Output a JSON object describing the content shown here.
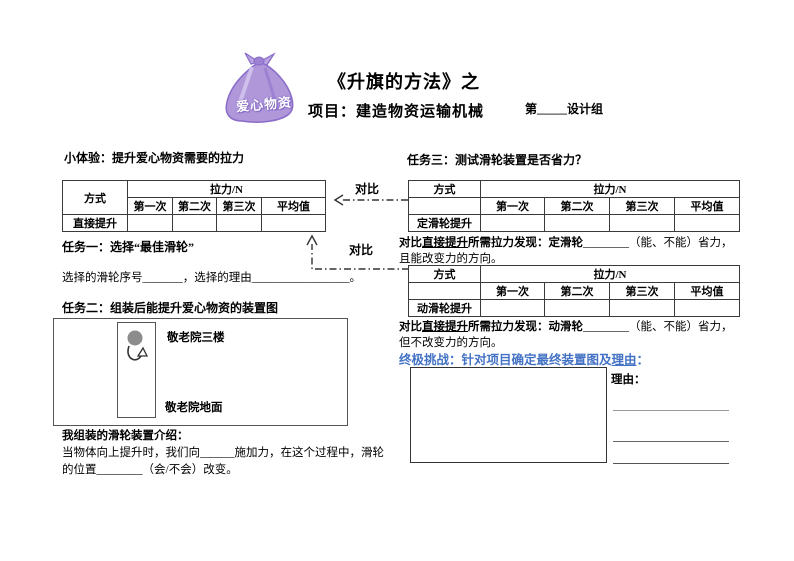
{
  "colors": {
    "accent_blue": "#4472c4",
    "bag_purple": "#af97da",
    "bag_purple_dark": "#8a6cc9"
  },
  "header": {
    "bag_label": "爱心物资",
    "title": "《升旗的方法》之",
    "subtitle": "项目：建造物资运输机械",
    "group_blank": "第_____设计组"
  },
  "table_common": {
    "mode_header": "方式",
    "force_header": "拉力/N",
    "trials": [
      "第一次",
      "第二次",
      "第三次",
      "平均值"
    ]
  },
  "experience": {
    "heading": "小体验：提升爱心物资需要的拉力",
    "row_label": "直接提升",
    "compare_label": "对比"
  },
  "task1": {
    "heading": "任务一：选择“最佳滑轮”",
    "fill_line": "选择的滑轮序号_______，选择的理由_________________。"
  },
  "task2": {
    "heading": "任务二：组装后能提升爱心物资的装置图",
    "floor_label": "敬老院三楼",
    "ground_label": "敬老院地面",
    "intro_heading": "我组装的滑轮装置介绍：",
    "intro_line1": "当物体向上提升时，我们向______施加力，在这个过程中，滑轮",
    "intro_line2": "的位置________（会/不会）改变。"
  },
  "task3": {
    "heading": "任务三：测试滑轮装置是否省力？",
    "compare_label": "对比",
    "fixed_row_label": "定滑轮提升",
    "movable_row_label": "动滑轮提升",
    "fixed_finding": {
      "bold_prefix": "对比",
      "bold_emph": "直接提升",
      "bold_rest": "所需拉力发现：定滑轮",
      "normal": "________（能、不能）省力，",
      "line2": "且能改变力的方向。"
    },
    "movable_finding": {
      "bold_prefix": "对比",
      "bold_emph": "直接提升",
      "bold_rest": "所需拉力发现：动滑轮",
      "normal": "________（能、不能）省力，",
      "line2": "但不改变力的方向。"
    }
  },
  "challenge": {
    "heading_prefix": "终极挑战：针对项目确定最终装置图及",
    "heading_emph": "理由",
    "heading_suffix": "：",
    "reason_label": "理由："
  }
}
